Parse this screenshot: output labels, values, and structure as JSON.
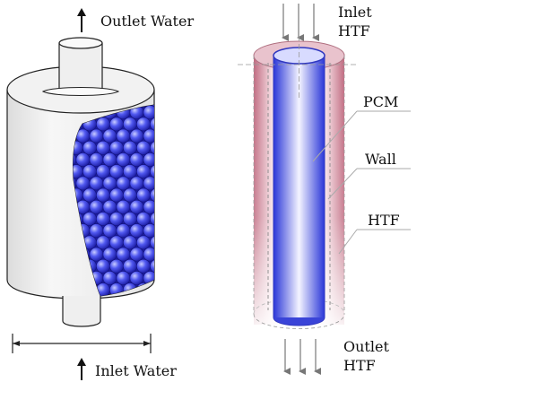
{
  "left_diagram": {
    "outlet_label": "Outlet Water",
    "inlet_label": "Inlet Water",
    "ball_color": "#3a3ad8",
    "body_color": "#f4f4f4",
    "outline_color": "#222222"
  },
  "right_diagram": {
    "inlet_label_line1": "Inlet",
    "inlet_label_line2": "HTF",
    "outlet_label_line1": "Outlet",
    "outlet_label_line2": "HTF",
    "pcm_label": "PCM",
    "wall_label": "Wall",
    "htf_label": "HTF",
    "pcm_color": "#3c46e6",
    "htf_color": "#c05070"
  }
}
